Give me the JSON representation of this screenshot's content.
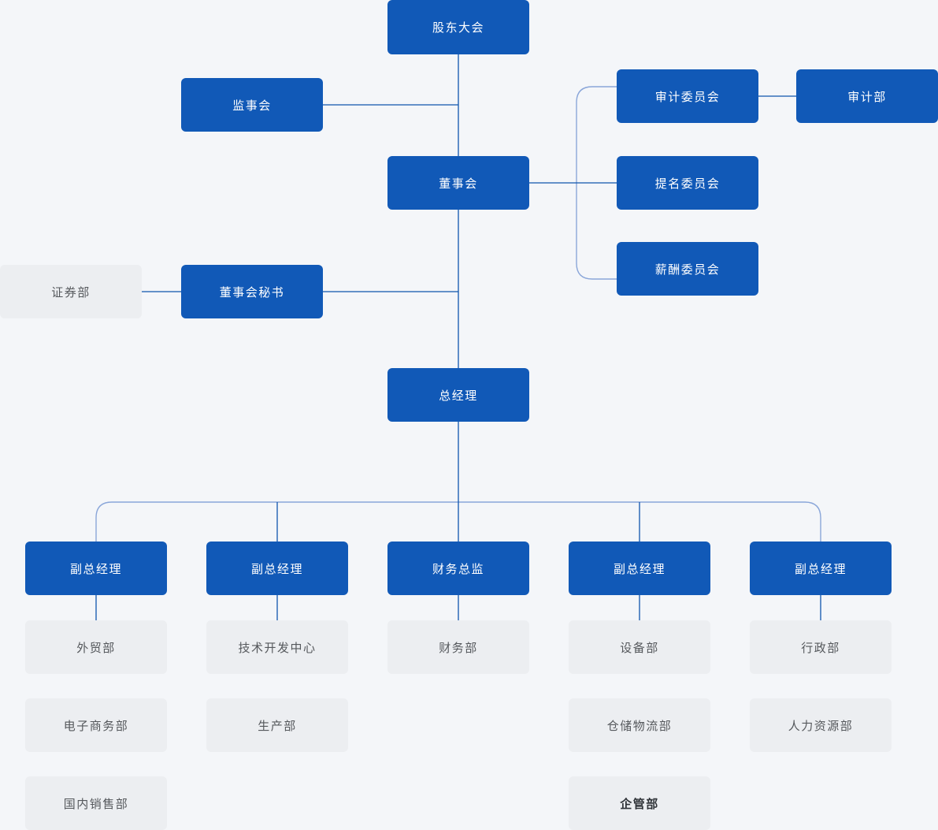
{
  "org_chart": {
    "top": {
      "shareholders": "股东大会",
      "supervisory_board": "监事会",
      "board": "董事会",
      "audit_committee": "审计委员会",
      "audit_dept": "审计部",
      "nomination_committee": "提名委员会",
      "remuneration_committee": "薪酬委员会",
      "securities_dept": "证券部",
      "board_secretary": "董事会秘书",
      "general_manager": "总经理"
    },
    "columns": [
      {
        "head": "副总经理",
        "departments": [
          "外贸部",
          "电子商务部",
          "国内销售部"
        ]
      },
      {
        "head": "副总经理",
        "departments": [
          "技术开发中心",
          "生产部"
        ]
      },
      {
        "head": "财务总监",
        "departments": [
          "财务部"
        ]
      },
      {
        "head": "副总经理",
        "departments": [
          "设备部",
          "仓储物流部",
          "企管部"
        ]
      },
      {
        "head": "副总经理",
        "departments": [
          "行政部",
          "人力资源部"
        ]
      }
    ],
    "edges": [
      {
        "from": "shareholders",
        "to": "board"
      },
      {
        "from": "supervisory_board",
        "to": "board"
      },
      {
        "from": "board",
        "to": "audit_committee"
      },
      {
        "from": "audit_committee",
        "to": "audit_dept"
      },
      {
        "from": "board",
        "to": "nomination_committee"
      },
      {
        "from": "board",
        "to": "remuneration_committee"
      },
      {
        "from": "board",
        "to": "board_secretary"
      },
      {
        "from": "board_secretary",
        "to": "securities_dept"
      },
      {
        "from": "board",
        "to": "general_manager"
      },
      {
        "from": "general_manager",
        "to": "deputy_gm_1"
      },
      {
        "from": "general_manager",
        "to": "deputy_gm_2"
      },
      {
        "from": "general_manager",
        "to": "cfo"
      },
      {
        "from": "general_manager",
        "to": "deputy_gm_3"
      },
      {
        "from": "general_manager",
        "to": "deputy_gm_4"
      },
      {
        "from": "deputy_gm_1",
        "to": "外贸部"
      },
      {
        "from": "deputy_gm_2",
        "to": "技术开发中心"
      },
      {
        "from": "cfo",
        "to": "财务部"
      },
      {
        "from": "deputy_gm_3",
        "to": "设备部"
      },
      {
        "from": "deputy_gm_4",
        "to": "行政部"
      }
    ],
    "colors": {
      "primary_box": "#1159b7",
      "box_text": "#ffffff",
      "gray_box": "#eceef1",
      "gray_text": "#55585c",
      "dark_connector": "#0f55ad",
      "light_connector": "#8aa6d9",
      "background": "#f4f6f9"
    }
  }
}
